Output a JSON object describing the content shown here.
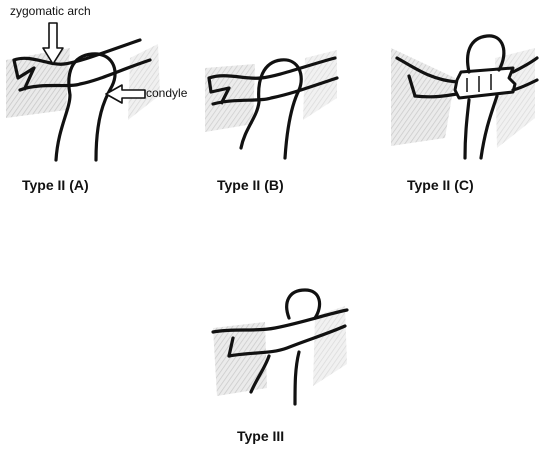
{
  "annotations": {
    "zygomatic_arch": "zygomatic arch",
    "condyle": "condyle"
  },
  "panels": [
    {
      "caption": "Type II (A)"
    },
    {
      "caption": "Type II (B)"
    },
    {
      "caption": "Type II (C)"
    },
    {
      "caption": "Type III"
    }
  ],
  "colors": {
    "stroke": "#111111",
    "shade": "#c9c9c9",
    "background": "#ffffff"
  },
  "icons": [
    "down-arrow-icon",
    "left-arrow-icon"
  ]
}
